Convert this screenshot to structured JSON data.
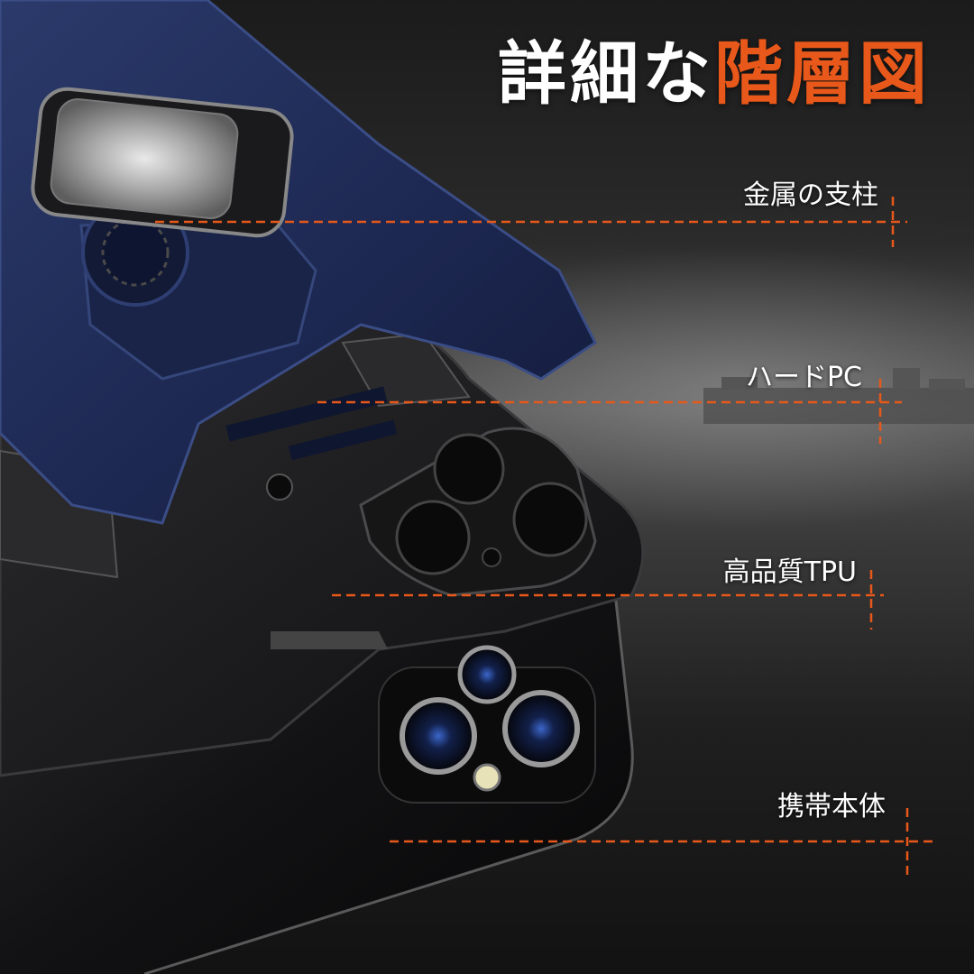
{
  "title": {
    "part_white": "詳細な",
    "part_orange": "階層図"
  },
  "colors": {
    "accent": "#e8581a",
    "case_blue": "#1f2b52",
    "case_black": "#1a1a1c",
    "background": "#1b1b1b"
  },
  "callouts": [
    {
      "label": "金属の支柱"
    },
    {
      "label": "ハードPC"
    },
    {
      "label": "高品質TPU"
    },
    {
      "label": "携帯本体"
    }
  ]
}
